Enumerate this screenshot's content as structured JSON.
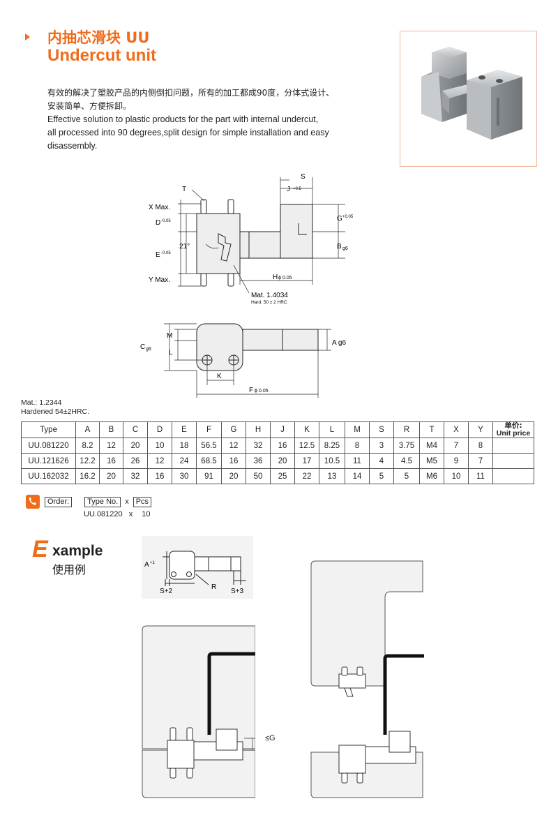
{
  "header": {
    "title_cn": "内抽芯滑块 UU",
    "title_en": "Undercut unit"
  },
  "description": {
    "cn_line1": "有效的解决了塑胶产品的内侧倒扣问题，所有的加工都成90度，分体式设计、",
    "cn_line2": "安装简单、方便拆卸。",
    "en_line1": "Effective solution to plastic products for the part with internal undercut,",
    "en_line2": "all processed into 90 degrees,split design for simple installation and easy",
    "en_line3": "disassembly."
  },
  "drawing": {
    "label_T": "T",
    "label_S": "S",
    "label_J": "J",
    "label_J_tol": "+0.5",
    "label_xmax": "X Max.",
    "label_D": "D",
    "label_D_tol": "-0.05",
    "label_E": "E",
    "label_E_tol": "-0.05",
    "label_21": "21°",
    "label_ymax": "Y Max.",
    "label_G": "G",
    "label_G_tol": "+0.05",
    "label_B": "B",
    "label_B_sub": "g6",
    "label_H": "H",
    "label_H_tol": "0.05",
    "mat_slider": "Mat. 1.4034",
    "hard_slider": "Hard. 50 ± 2 HRC",
    "label_M": "M",
    "label_L": "L",
    "label_C": "C",
    "label_C_sub": "g6",
    "label_A": "A g6",
    "label_K": "K",
    "label_F": "F",
    "label_F_tol": "0.05"
  },
  "material": {
    "mat": "Mat.: 1.2344",
    "hardness": "Hardened 54±2HRC."
  },
  "table": {
    "headers": [
      "Type",
      "A",
      "B",
      "C",
      "D",
      "E",
      "F",
      "G",
      "H",
      "J",
      "K",
      "L",
      "M",
      "S",
      "R",
      "T",
      "X",
      "Y"
    ],
    "unit_cn": "单价:",
    "unit_en": "Unit price",
    "rows": [
      [
        "UU.081220",
        "8.2",
        "12",
        "20",
        "10",
        "18",
        "56.5",
        "12",
        "32",
        "16",
        "12.5",
        "8.25",
        "8",
        "3",
        "3.75",
        "M4",
        "7",
        "8"
      ],
      [
        "UU.121626",
        "12.2",
        "16",
        "26",
        "12",
        "24",
        "68.5",
        "16",
        "36",
        "20",
        "17",
        "10.5",
        "11",
        "4",
        "4.5",
        "M5",
        "9",
        "7"
      ],
      [
        "UU.162032",
        "16.2",
        "20",
        "32",
        "16",
        "30",
        "91",
        "20",
        "50",
        "25",
        "22",
        "13",
        "14",
        "5",
        "5",
        "M6",
        "10",
        "11"
      ]
    ]
  },
  "order": {
    "label": "Order:",
    "type_label": "Type No.",
    "x1": "x",
    "pcs_label": "Pcs",
    "example_type": "UU.081220",
    "x2": "x",
    "example_qty": "10"
  },
  "example": {
    "big_letter": "E",
    "rest": "xample",
    "cn": "使用例",
    "label_A1": "A",
    "label_A1_sup": "+1",
    "label_S2": "S+2",
    "label_R": "R",
    "label_S3": "S+3",
    "label_leG": "≤G"
  },
  "colors": {
    "accent": "#ef6c1a",
    "photo_border": "#f2b69a"
  }
}
